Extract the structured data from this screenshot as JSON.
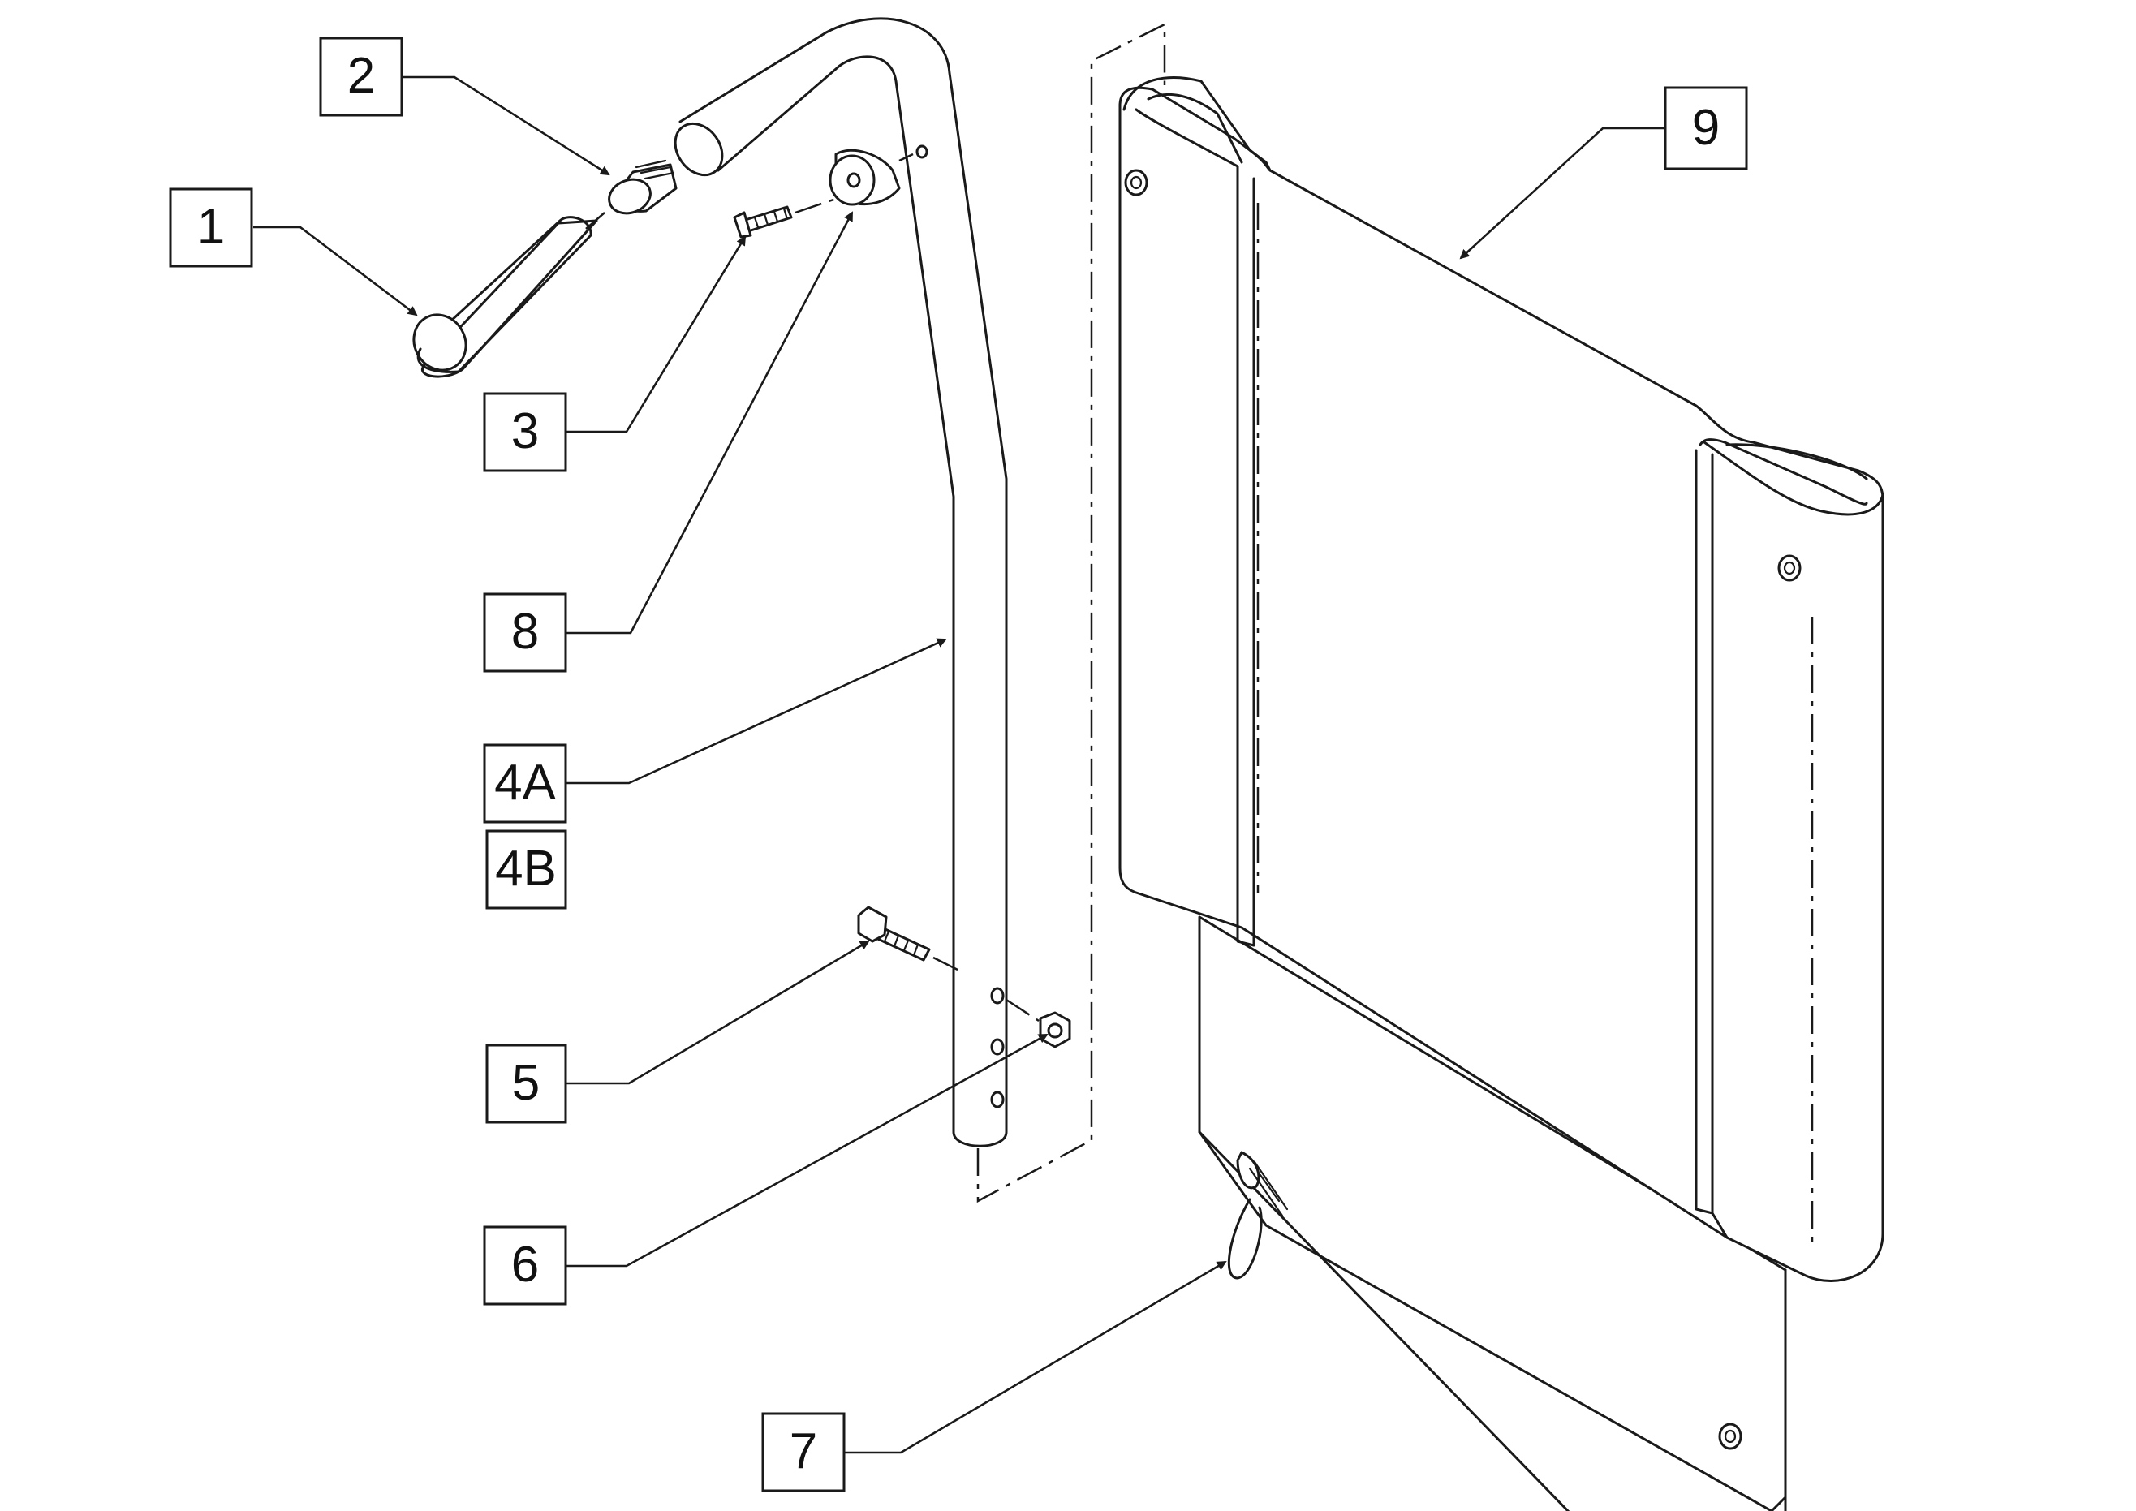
{
  "callouts": {
    "c1": "1",
    "c2": "2",
    "c3": "3",
    "c4a": "4A",
    "c4b": "4B",
    "c5": "5",
    "c6": "6",
    "c7": "7",
    "c8": "8",
    "c9": "9"
  },
  "line_color": "#1a1a1a"
}
